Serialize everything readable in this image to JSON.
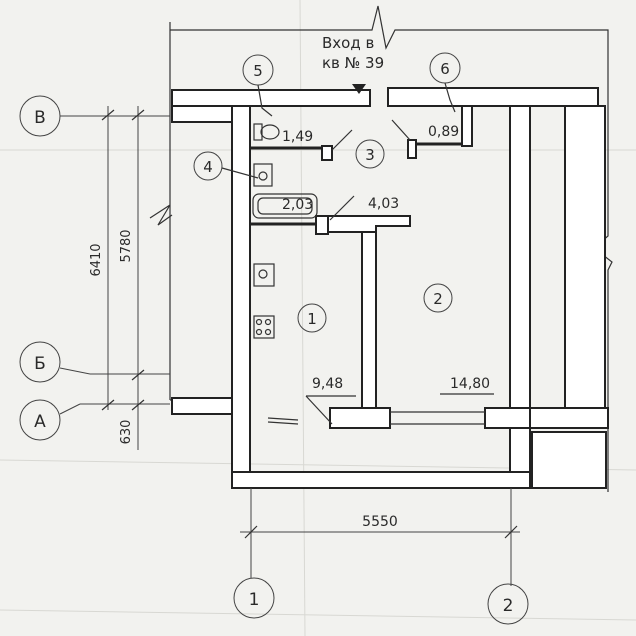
{
  "entrance": {
    "line1": "Вход в",
    "line2": "кв № 39"
  },
  "rooms": [
    {
      "num": "1",
      "area": "9,48"
    },
    {
      "num": "2",
      "area": "14,80"
    },
    {
      "num": "3",
      "area": "4,03"
    },
    {
      "num": "4",
      "area": "2,03"
    },
    {
      "num": "5",
      "area": "1,49"
    },
    {
      "num": "6",
      "area": "0,89"
    }
  ],
  "axes": {
    "letters": [
      "В",
      "Б",
      "А"
    ],
    "numbers": [
      "1",
      "2"
    ]
  },
  "dimensions": {
    "vertical_total": "6410",
    "vertical_inner": "5780",
    "vertical_small": "630",
    "horizontal": "5550"
  },
  "colors": {
    "paper": "#f2f2ef",
    "wall_fill": "#ffffff",
    "line": "#222222"
  }
}
